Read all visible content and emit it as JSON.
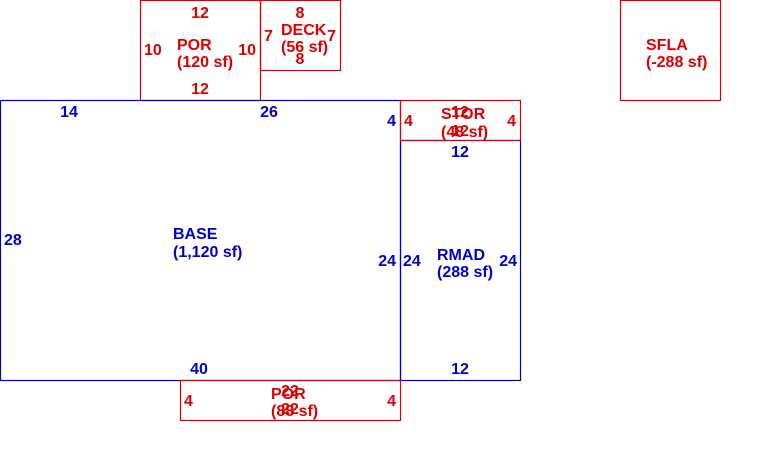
{
  "colors": {
    "red": "#dd0000",
    "blue": "#0000cc"
  },
  "areas": {
    "por_top": {
      "name": "POR",
      "area": "(120 sf)",
      "color": "red",
      "dims": {
        "top": "12",
        "bottom": "12",
        "left": "10",
        "right": "10"
      }
    },
    "deck": {
      "name": "DECK",
      "area": "(56 sf)",
      "color": "red",
      "dims": {
        "top": "8",
        "bottom": "8",
        "left": "7",
        "right": "7"
      }
    },
    "sfla": {
      "name": "SFLA",
      "area": "(-288 sf)",
      "color": "red"
    },
    "base": {
      "name": "BASE",
      "area": "(1,120 sf)",
      "color": "blue",
      "dims": {
        "top_left": "14",
        "top_right": "26",
        "left": "28",
        "right_top": "4",
        "right": "24",
        "bottom": "40"
      }
    },
    "stor": {
      "name": "STOR",
      "area": "(48 sf)",
      "color": "red",
      "dims": {
        "top": "12",
        "bottom": "12",
        "left": "4",
        "right": "4"
      }
    },
    "rmad": {
      "name": "RMAD",
      "area": "(288 sf)",
      "color": "blue",
      "dims": {
        "top": "12",
        "bottom": "12",
        "left": "24",
        "right": "24"
      }
    },
    "por_bottom": {
      "name": "POR",
      "area": "(88 sf)",
      "color": "red",
      "dims": {
        "top": "22",
        "bottom": "22",
        "left": "4",
        "right": "4"
      }
    }
  }
}
